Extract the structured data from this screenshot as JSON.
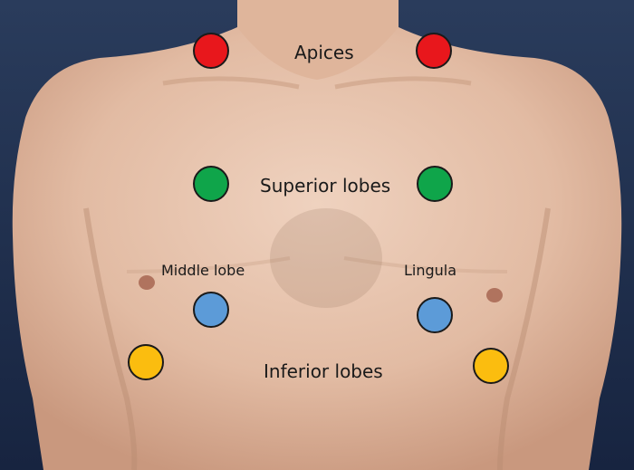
{
  "labels": {
    "apices": "Apices",
    "superior_lobes": "Superior lobes",
    "middle_lobe": "Middle lobe",
    "lingula": "Lingula",
    "inferior_lobes": "Inferior lobes"
  },
  "colors": {
    "apices": "#e8171c",
    "superior_lobes": "#0fa54a",
    "middle_lobe_lingula": "#5c9bd8",
    "inferior_lobes": "#fbbd0f",
    "background": "#1f3150",
    "skin": "#e3bfa7"
  }
}
